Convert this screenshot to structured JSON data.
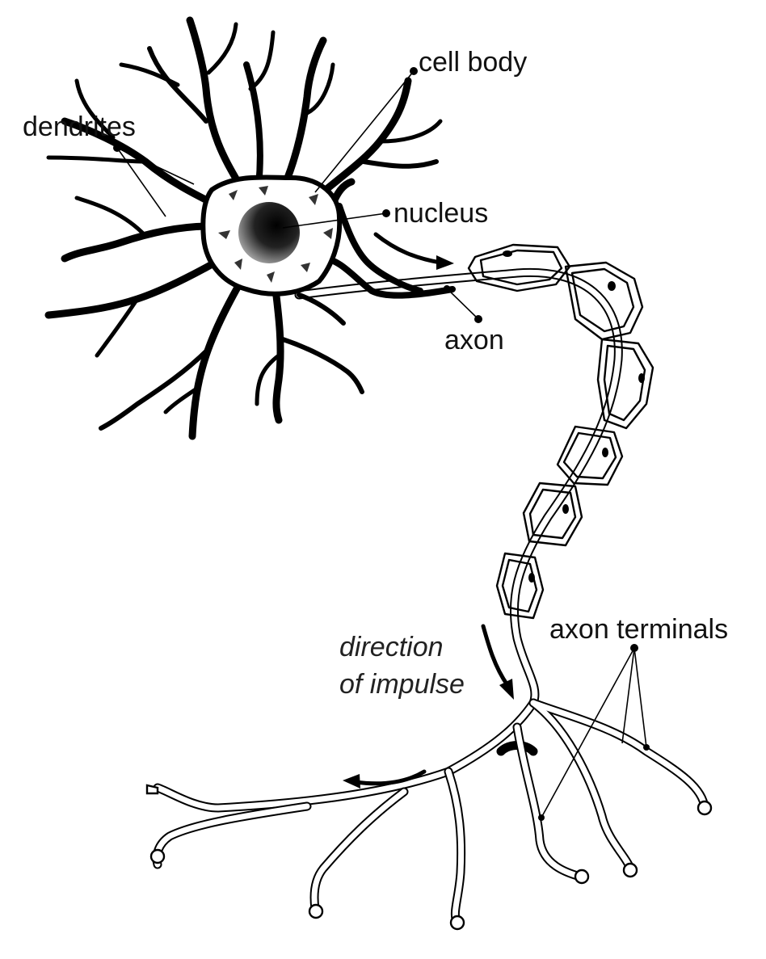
{
  "labels": {
    "dendrites": "dendrites",
    "cell_body": "cell body",
    "nucleus": "nucleus",
    "axon": "axon",
    "axon_terminals": "axon terminals",
    "direction_line1": "direction",
    "direction_line2": "of impulse"
  }
}
